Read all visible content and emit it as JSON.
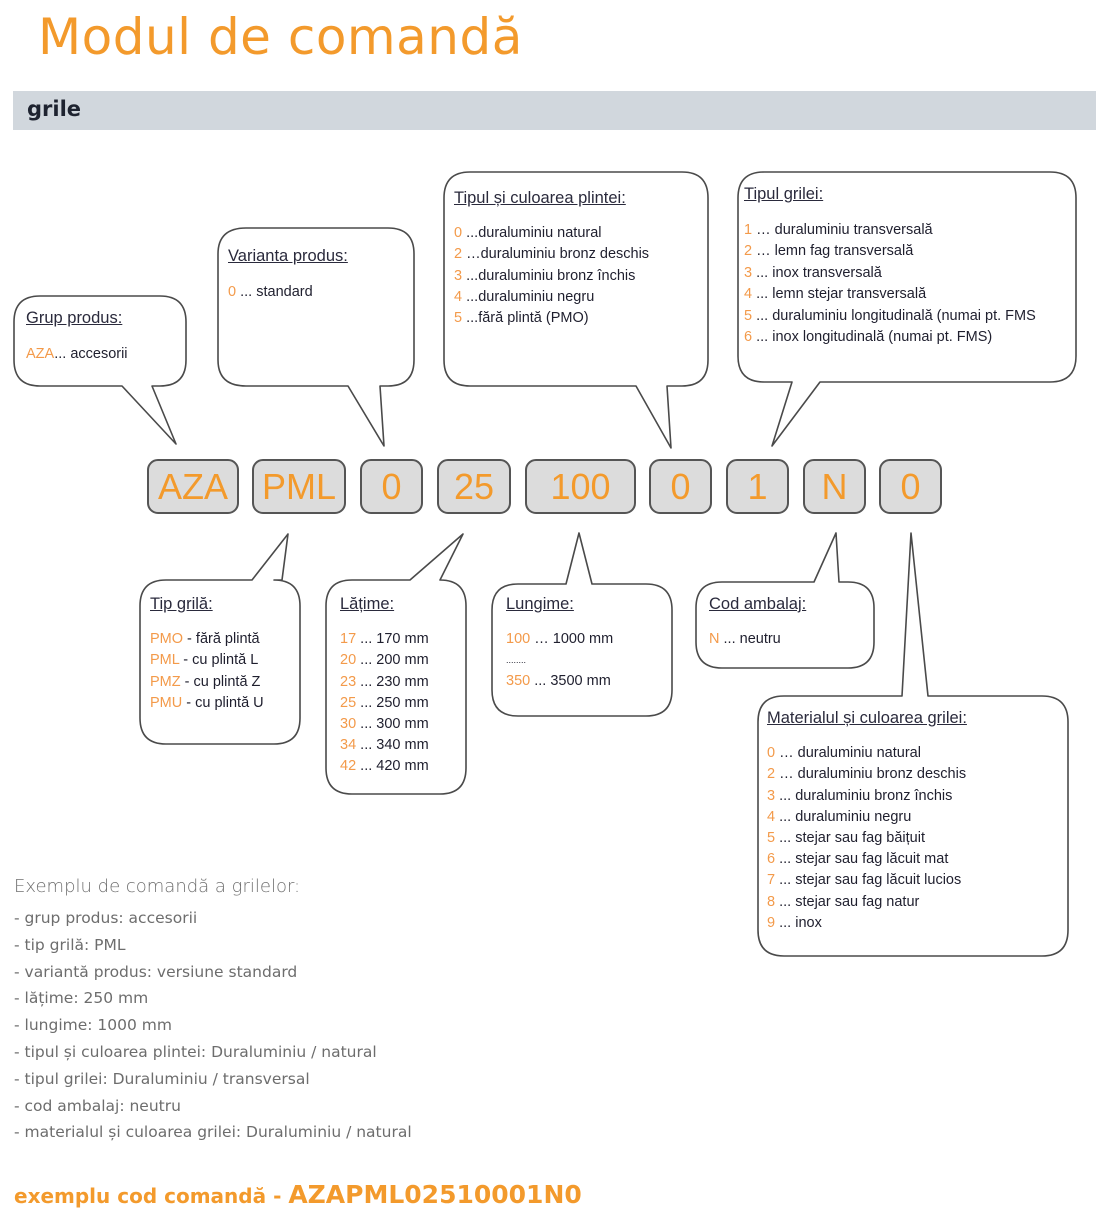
{
  "page": {
    "title": "Modul de comandă",
    "section": "grile"
  },
  "colors": {
    "accent": "#f39a2c",
    "section_bar": "#d1d7dd",
    "code_box_bg": "#dcdcdc"
  },
  "code_segments": [
    "AZA",
    "PML",
    "0",
    "25",
    "100",
    "0",
    "1",
    "N",
    "0"
  ],
  "callouts": {
    "grup_produs": {
      "heading": "Grup produs:",
      "items": [
        {
          "code": "AZA",
          "text": "... accesorii"
        }
      ]
    },
    "varianta_produs": {
      "heading": "Varianta produs:",
      "items": [
        {
          "code": "0",
          "text": " ... standard"
        }
      ]
    },
    "tipul_plintei": {
      "heading": "Tipul și culoarea plintei:",
      "items": [
        {
          "code": "0",
          "text": " ...duraluminiu natural"
        },
        {
          "code": "2",
          "text": " …duraluminiu bronz deschis"
        },
        {
          "code": "3",
          "text": " ...duraluminiu bronz închis"
        },
        {
          "code": "4",
          "text": " ...duraluminiu negru"
        },
        {
          "code": "5",
          "text": " ...fără plintă (PMO)"
        }
      ]
    },
    "tipul_grilei": {
      "heading": "Tipul grilei:",
      "items": [
        {
          "code": "1",
          "text": " … duraluminiu transversală"
        },
        {
          "code": "2",
          "text": " … lemn fag transversală"
        },
        {
          "code": "3",
          "text": " ... inox transversală"
        },
        {
          "code": "4",
          "text": " ... lemn stejar transversală"
        },
        {
          "code": "5",
          "text": " ... duraluminiu longitudinală (numai pt. FMS"
        },
        {
          "code": "6",
          "text": " ... inox longitudinală (numai pt. FMS)"
        }
      ]
    },
    "tip_grila": {
      "heading": "Tip grilă:",
      "items": [
        {
          "code": "PMO",
          "text": "  - fără plintă"
        },
        {
          "code": "PML",
          "text": "  - cu plintă L"
        },
        {
          "code": "PMZ",
          "text": "  - cu plintă Z"
        },
        {
          "code": "PMU",
          "text": "  - cu plintă U"
        }
      ]
    },
    "latime": {
      "heading": "Lățime:",
      "items": [
        {
          "code": "17",
          "text": " ... 170 mm"
        },
        {
          "code": "20",
          "text": " ... 200 mm"
        },
        {
          "code": "23",
          "text": " ... 230 mm"
        },
        {
          "code": "25",
          "text": " ... 250 mm"
        },
        {
          "code": "30",
          "text": " ... 300 mm"
        },
        {
          "code": "34",
          "text": " ... 340 mm"
        },
        {
          "code": "42",
          "text": " ... 420 mm"
        }
      ]
    },
    "lungime": {
      "heading": "Lungime:",
      "items": [
        {
          "code": "100",
          "text": " … 1000 mm"
        },
        {
          "code": "",
          "text": "........"
        },
        {
          "code": "350",
          "text": " ... 3500 mm"
        }
      ]
    },
    "cod_ambalaj": {
      "heading": "Cod ambalaj:",
      "items": [
        {
          "code": "N",
          "text": " ... neutru"
        }
      ]
    },
    "materialul_grilei": {
      "heading": "Materialul și culoarea grilei:",
      "items": [
        {
          "code": "0",
          "text": " … duraluminiu natural"
        },
        {
          "code": "2",
          "text": " … duraluminiu bronz deschis"
        },
        {
          "code": "3",
          "text": " ... duraluminiu bronz închis"
        },
        {
          "code": "4",
          "text": " ... duraluminiu negru"
        },
        {
          "code": "5",
          "text": " ... stejar sau fag băițuit"
        },
        {
          "code": "6",
          "text": " ... stejar sau fag lăcuit mat"
        },
        {
          "code": "7",
          "text": " ... stejar sau fag lăcuit lucios"
        },
        {
          "code": "8",
          "text": " ... stejar sau fag natur"
        },
        {
          "code": "9",
          "text": " ... inox"
        }
      ]
    }
  },
  "example": {
    "title": "Exemplu de comandă a grilelor:",
    "lines": [
      "- grup produs: accesorii",
      "- tip grilă: PML",
      "- variantă produs: versiune standard",
      "- lățime: 250 mm",
      "- lungime: 1000 mm",
      "- tipul și culoarea plintei: Duraluminiu / natural",
      "- tipul grilei: Duraluminiu / transversal",
      "- cod ambalaj: neutru",
      "- materialul și culoarea grilei: Duraluminiu / natural"
    ]
  },
  "order_code": {
    "label": "exemplu cod comandă - ",
    "value": "AZAPML02510001N0"
  }
}
